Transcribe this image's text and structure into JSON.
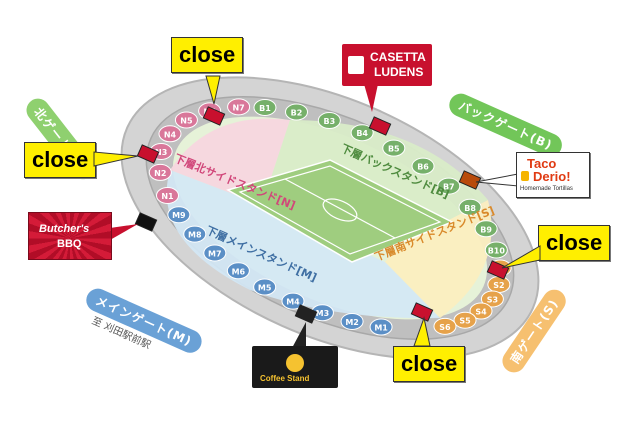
{
  "map": {
    "stands": {
      "main": "下層メインスタンド[M]",
      "back": "下層バックスタンド[B]",
      "north": "下層北サイドスタンド[N]",
      "south": "下層南サイドスタンド[S]"
    },
    "gates": {
      "main": "メインゲート(M)",
      "back": "バックゲート(B)",
      "north": "北ゲート(N)",
      "south": "南ゲート(S)"
    },
    "station": "至 刈田駅前駅",
    "close_label": "close",
    "shops": {
      "casetta": {
        "line1": "CASETTA",
        "line2": "LUDENS"
      },
      "taco": {
        "line1": "Taco",
        "line2": "Derio!",
        "sub": "Homemade Tortillas"
      },
      "butcher": {
        "line1": "Butcher's",
        "line2": "BBQ"
      },
      "coffee": {
        "line1": "Coffee Stand"
      }
    },
    "sections": {
      "north_ring": [
        "N1",
        "N2",
        "N3",
        "N4",
        "N5",
        "N6",
        "N7"
      ],
      "back_ring": [
        "B1",
        "B2",
        "B3",
        "B4",
        "B5",
        "B6",
        "B7",
        "B8",
        "B9",
        "B10"
      ],
      "south_ring": [
        "S1",
        "S2",
        "S3",
        "S4",
        "S5",
        "S6"
      ],
      "main_ring": [
        "M1",
        "M2",
        "M3",
        "M4",
        "M5",
        "M6",
        "M7",
        "M8",
        "M9"
      ]
    },
    "colors": {
      "ring_outer": "#c9c9c9",
      "ring_inner": "#b0b0b0",
      "pitch": "#a8d28a",
      "pitch_inner": "#8dc56a",
      "north_zone": "#f7d6df",
      "south_zone": "#fbeec0",
      "main_zone": "#d3e8f6",
      "back_zone": "#d9ecc8",
      "north_section": "#d9779a",
      "back_section": "#76b06a",
      "south_section": "#e6a24a",
      "main_section": "#5b8fc6",
      "close_bg": "#ffef00"
    }
  }
}
